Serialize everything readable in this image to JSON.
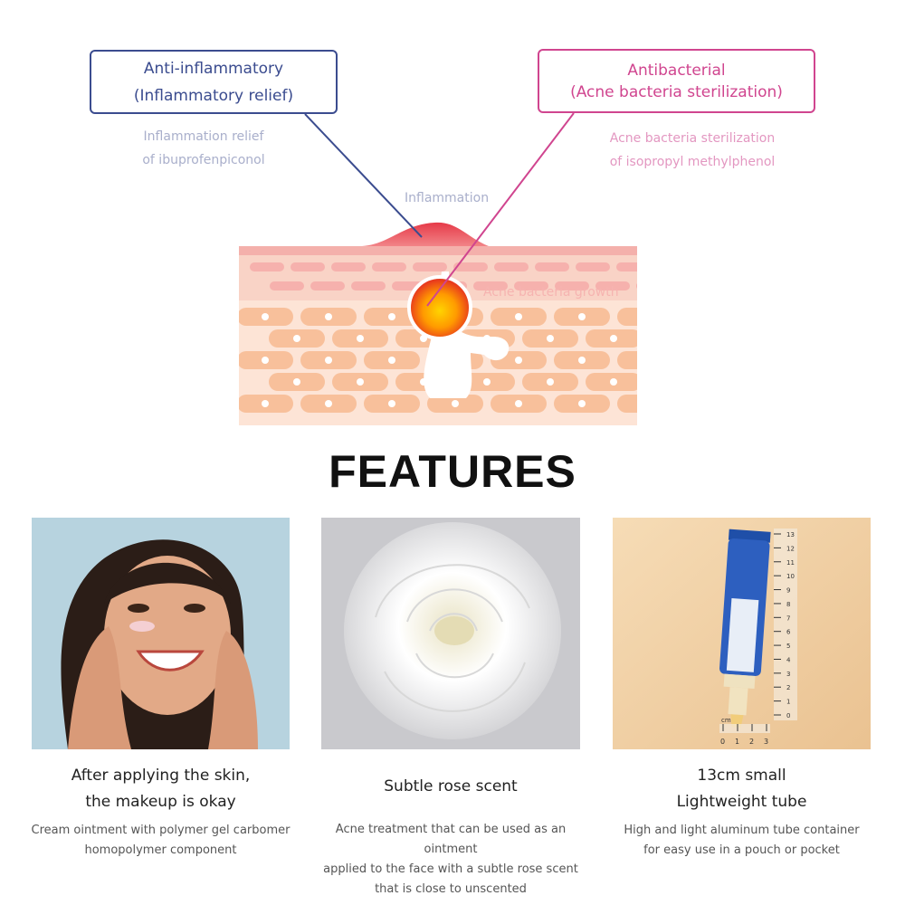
{
  "diagram": {
    "anti_inflammatory": {
      "title": "Anti-inflammatory",
      "subtitle": "(Inflammatory relief)",
      "desc_line1": "Inflammation relief",
      "desc_line2": "of ibuprofenpiconol"
    },
    "antibacterial": {
      "title": "Antibacterial",
      "subtitle": "(Acne bacteria sterilization)",
      "desc_line1": "Acne bacteria sterilization",
      "desc_line2": "of isopropyl methylphenol"
    },
    "label_inflammation": "Inflammation",
    "label_bacteria": "Acne bacteria growth",
    "colors": {
      "navy": "#3b4c8f",
      "magenta": "#d0458f",
      "skin": "#f7c4a6",
      "cell": "#f5b48e",
      "inflammation": "#e8434d"
    }
  },
  "features": {
    "title": "FEATURES",
    "items": [
      {
        "title_line1": "After applying the skin,",
        "title_line2": "the makeup is okay",
        "desc_line1": "Cream ointment with polymer gel carbomer",
        "desc_line2": "homopolymer component",
        "desc_line3": ""
      },
      {
        "title_line1": "Subtle rose scent",
        "title_line2": "",
        "desc_line1": "Acne treatment that can be used as an ointment",
        "desc_line2": "applied to the face with a subtle rose scent",
        "desc_line3": "that is close to unscented"
      },
      {
        "title_line1": "13cm small",
        "title_line2": "Lightweight tube",
        "desc_line1": "High and light aluminum tube container",
        "desc_line2": "for easy use in a pouch or pocket",
        "desc_line3": ""
      }
    ],
    "ruler": {
      "unit": "cm",
      "bottom_ticks": [
        "0",
        "1",
        "2",
        "3"
      ],
      "side_ticks": [
        "0",
        "1",
        "2",
        "3",
        "4",
        "5",
        "6",
        "7",
        "8",
        "9",
        "10",
        "11",
        "12",
        "13"
      ]
    }
  }
}
